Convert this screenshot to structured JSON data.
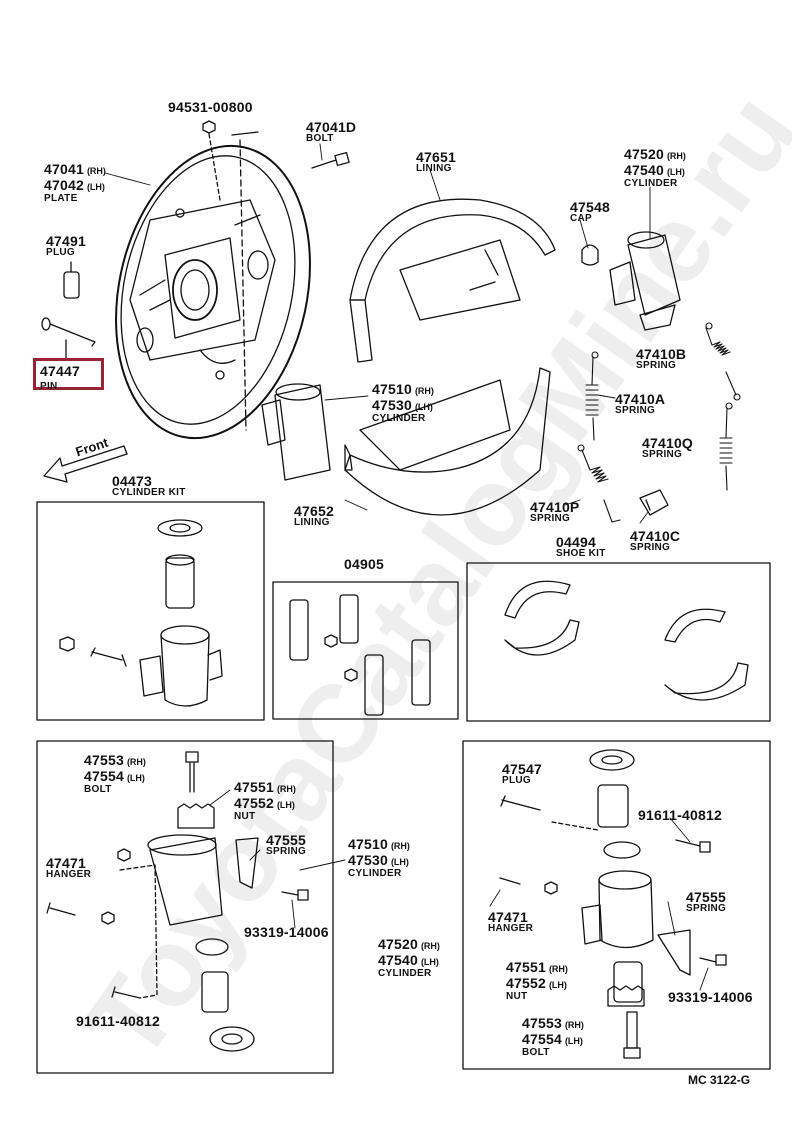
{
  "watermark": "ToyotaCatalogMine.ru",
  "ref_code": "MC 3122-G",
  "front_label": "Front",
  "highlight_part": "47447",
  "labels": [
    {
      "id": "l-94531",
      "lines": [
        {
          "pn": "94531-00800"
        }
      ]
    },
    {
      "id": "l-47041d",
      "lines": [
        {
          "pn": "47041D"
        },
        {
          "nm": "BOLT"
        }
      ]
    },
    {
      "id": "l-47041",
      "lines": [
        {
          "pn": "47041",
          "sf": "(RH)"
        },
        {
          "pn": "47042",
          "sf": "(LH)"
        },
        {
          "nm": "PLATE"
        }
      ]
    },
    {
      "id": "l-47491",
      "lines": [
        {
          "pn": "47491"
        },
        {
          "nm": "PLUG"
        }
      ]
    },
    {
      "id": "l-47447",
      "lines": [
        {
          "pn": "47447"
        },
        {
          "nm": "PIN"
        }
      ]
    },
    {
      "id": "l-47651",
      "lines": [
        {
          "pn": "47651"
        },
        {
          "nm": "LINING"
        }
      ]
    },
    {
      "id": "l-47520t",
      "lines": [
        {
          "pn": "47520",
          "sf": "(RH)"
        },
        {
          "pn": "47540",
          "sf": "(LH)"
        },
        {
          "nm": "CYLINDER"
        }
      ]
    },
    {
      "id": "l-47548",
      "lines": [
        {
          "pn": "47548"
        },
        {
          "nm": "CAP"
        }
      ]
    },
    {
      "id": "l-47410b",
      "lines": [
        {
          "pn": "47410B"
        },
        {
          "nm": "SPRING"
        }
      ]
    },
    {
      "id": "l-47510t",
      "lines": [
        {
          "pn": "47510",
          "sf": "(RH)"
        },
        {
          "pn": "47530",
          "sf": "(LH)"
        },
        {
          "nm": "CYLINDER"
        }
      ]
    },
    {
      "id": "l-47410a",
      "lines": [
        {
          "pn": "47410A"
        },
        {
          "nm": "SPRING"
        }
      ]
    },
    {
      "id": "l-47410q",
      "lines": [
        {
          "pn": "47410Q"
        },
        {
          "nm": "SPRING"
        }
      ]
    },
    {
      "id": "l-04473",
      "lines": [
        {
          "pn": "04473"
        },
        {
          "nm": "CYLINDER KIT"
        }
      ]
    },
    {
      "id": "l-47652",
      "lines": [
        {
          "pn": "47652"
        },
        {
          "nm": "LINING"
        }
      ]
    },
    {
      "id": "l-47410p",
      "lines": [
        {
          "pn": "47410P"
        },
        {
          "nm": "SPRING"
        }
      ]
    },
    {
      "id": "l-47410c",
      "lines": [
        {
          "pn": "47410C"
        },
        {
          "nm": "SPRING"
        }
      ]
    },
    {
      "id": "l-04494",
      "lines": [
        {
          "pn": "04494"
        },
        {
          "nm": "SHOE KIT"
        }
      ]
    },
    {
      "id": "l-04905",
      "lines": [
        {
          "pn": "04905"
        }
      ]
    },
    {
      "id": "l-47553a",
      "lines": [
        {
          "pn": "47553",
          "sf": "(RH)"
        },
        {
          "pn": "47554",
          "sf": "(LH)"
        },
        {
          "nm": "BOLT"
        }
      ]
    },
    {
      "id": "l-47551a",
      "lines": [
        {
          "pn": "47551",
          "sf": "(RH)"
        },
        {
          "pn": "47552",
          "sf": "(LH)"
        },
        {
          "nm": "NUT"
        }
      ]
    },
    {
      "id": "l-47555a",
      "lines": [
        {
          "pn": "47555"
        },
        {
          "nm": "SPRING"
        }
      ]
    },
    {
      "id": "l-47510b",
      "lines": [
        {
          "pn": "47510",
          "sf": "(RH)"
        },
        {
          "pn": "47530",
          "sf": "(LH)"
        },
        {
          "nm": "CYLINDER"
        }
      ]
    },
    {
      "id": "l-47471a",
      "lines": [
        {
          "pn": "47471"
        },
        {
          "nm": "HANGER"
        }
      ]
    },
    {
      "id": "l-93319a",
      "lines": [
        {
          "pn": "93319-14006"
        }
      ]
    },
    {
      "id": "l-91611a",
      "lines": [
        {
          "pn": "91611-40812"
        }
      ]
    },
    {
      "id": "l-47547",
      "lines": [
        {
          "pn": "47547"
        },
        {
          "nm": "PLUG"
        }
      ]
    },
    {
      "id": "l-91611b",
      "lines": [
        {
          "pn": "91611-40812"
        }
      ]
    },
    {
      "id": "l-47471b",
      "lines": [
        {
          "pn": "47471"
        },
        {
          "nm": "HANGER"
        }
      ]
    },
    {
      "id": "l-47555b",
      "lines": [
        {
          "pn": "47555"
        },
        {
          "nm": "SPRING"
        }
      ]
    },
    {
      "id": "l-47520b",
      "lines": [
        {
          "pn": "47520",
          "sf": "(RH)"
        },
        {
          "pn": "47540",
          "sf": "(LH)"
        },
        {
          "nm": "CYLINDER"
        }
      ]
    },
    {
      "id": "l-47551b",
      "lines": [
        {
          "pn": "47551",
          "sf": "(RH)"
        },
        {
          "pn": "47552",
          "sf": "(LH)"
        },
        {
          "nm": "NUT"
        }
      ]
    },
    {
      "id": "l-93319b",
      "lines": [
        {
          "pn": "93319-14006"
        }
      ]
    },
    {
      "id": "l-47553b",
      "lines": [
        {
          "pn": "47553",
          "sf": "(RH)"
        },
        {
          "pn": "47554",
          "sf": "(LH)"
        },
        {
          "nm": "BOLT"
        }
      ]
    }
  ]
}
